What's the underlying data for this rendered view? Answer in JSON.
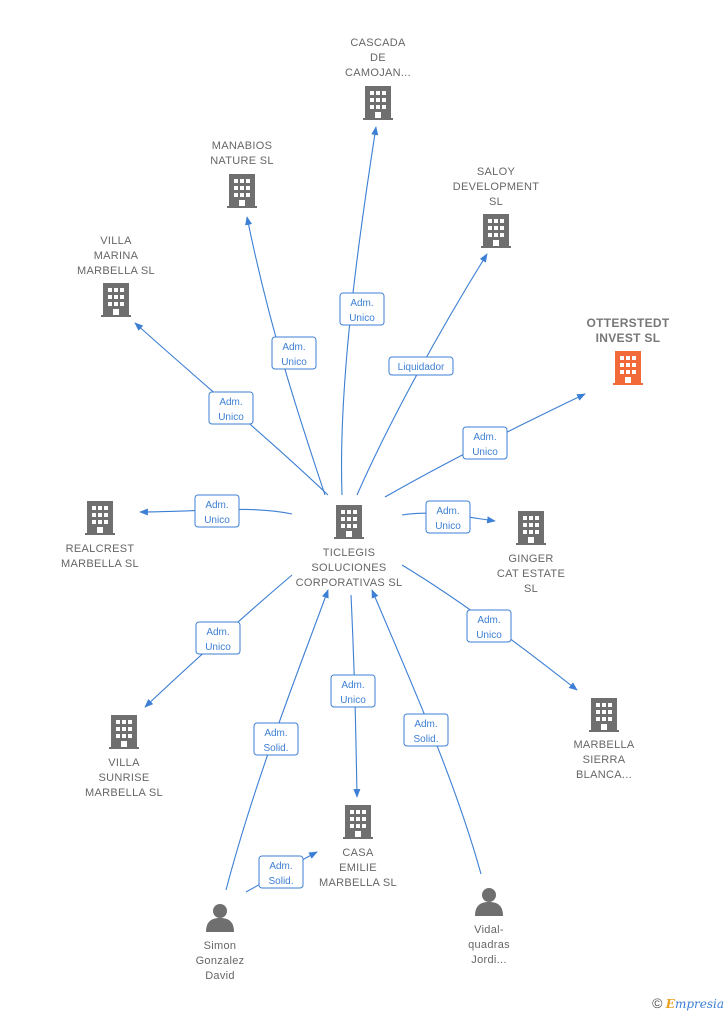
{
  "colors": {
    "edge": "#3d7fd4",
    "building": "#6f6f6f",
    "highlight": "#f26a3a",
    "person": "#6f6f6f"
  },
  "nodes": [
    {
      "id": "ticlegis",
      "lines": [
        "TICLEGIS",
        "SOLUCIONES",
        "CORPORATIVAS SL"
      ],
      "kind": "building"
    },
    {
      "id": "cascada",
      "lines": [
        "CASCADA",
        "DE",
        "CAMOJAN..."
      ],
      "kind": "building"
    },
    {
      "id": "manabios",
      "lines": [
        "MANABIOS",
        "NATURE SL"
      ],
      "kind": "building"
    },
    {
      "id": "saloy",
      "lines": [
        "SALOY",
        "DEVELOPMENT",
        "SL"
      ],
      "kind": "building"
    },
    {
      "id": "villamarina",
      "lines": [
        "VILLA",
        "MARINA",
        "MARBELLA  SL"
      ],
      "kind": "building"
    },
    {
      "id": "otterstedt",
      "lines": [
        "OTTERSTEDT",
        "INVEST  SL"
      ],
      "kind": "building-highlight"
    },
    {
      "id": "realcrest",
      "lines": [
        "REALCREST",
        "MARBELLA  SL"
      ],
      "kind": "building"
    },
    {
      "id": "ginger",
      "lines": [
        "GINGER",
        "CAT ESTATE",
        "SL"
      ],
      "kind": "building"
    },
    {
      "id": "villasunrise",
      "lines": [
        "VILLA",
        "SUNRISE",
        "MARBELLA  SL"
      ],
      "kind": "building"
    },
    {
      "id": "marbellasierra",
      "lines": [
        "MARBELLA",
        "SIERRA",
        "BLANCA..."
      ],
      "kind": "building"
    },
    {
      "id": "casaemilie",
      "lines": [
        "CASA",
        "EMILIE",
        "MARBELLA  SL"
      ],
      "kind": "building"
    },
    {
      "id": "simon",
      "lines": [
        "Simon",
        "Gonzalez",
        "David"
      ],
      "kind": "person"
    },
    {
      "id": "vidal",
      "lines": [
        "Vidal-",
        "quadras",
        "Jordi..."
      ],
      "kind": "person"
    }
  ],
  "edges": [
    {
      "from": "ticlegis",
      "to": "cascada",
      "label": [
        "Adm.",
        "Unico"
      ]
    },
    {
      "from": "ticlegis",
      "to": "manabios",
      "label": [
        "Adm.",
        "Unico"
      ]
    },
    {
      "from": "ticlegis",
      "to": "saloy",
      "label": [
        "Liquidador"
      ]
    },
    {
      "from": "ticlegis",
      "to": "villamarina",
      "label": [
        "Adm.",
        "Unico"
      ]
    },
    {
      "from": "ticlegis",
      "to": "otterstedt",
      "label": [
        "Adm.",
        "Unico"
      ]
    },
    {
      "from": "ticlegis",
      "to": "realcrest",
      "label": [
        "Adm.",
        "Unico"
      ]
    },
    {
      "from": "ticlegis",
      "to": "ginger",
      "label": [
        "Adm.",
        "Unico"
      ]
    },
    {
      "from": "ticlegis",
      "to": "villasunrise",
      "label": [
        "Adm.",
        "Unico"
      ]
    },
    {
      "from": "ticlegis",
      "to": "marbellasierra",
      "label": [
        "Adm.",
        "Unico"
      ]
    },
    {
      "from": "ticlegis",
      "to": "casaemilie",
      "label": [
        "Adm.",
        "Unico"
      ]
    },
    {
      "from": "simon",
      "to": "ticlegis",
      "label": [
        "Adm.",
        "Solid."
      ]
    },
    {
      "from": "simon",
      "to": "casaemilie",
      "label": [
        "Adm.",
        "Solid."
      ]
    },
    {
      "from": "vidal",
      "to": "ticlegis",
      "label": [
        "Adm.",
        "Solid."
      ]
    }
  ],
  "footer": {
    "copyright": "©",
    "brand_initial": "E",
    "brand_rest": "mpresia"
  }
}
